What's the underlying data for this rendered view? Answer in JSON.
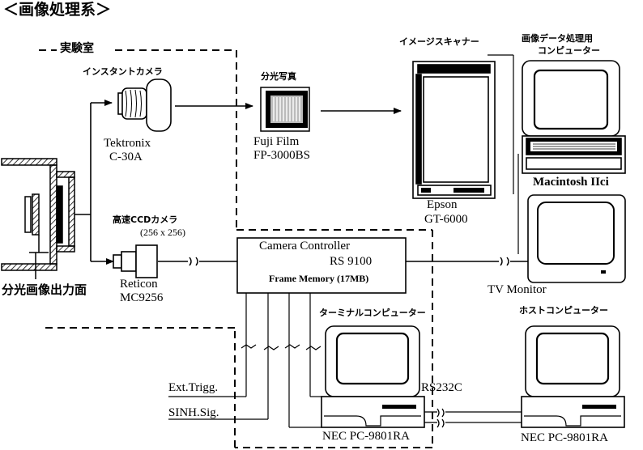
{
  "title": "＜画像処理系＞",
  "colors": {
    "ink": "#000000",
    "paper": "#ffffff",
    "hatch": "#000000"
  },
  "lab_label": "実験室",
  "spectral_output_label": "分光画像出力面",
  "instant_camera": {
    "caption": "インスタントカメラ",
    "name": "Tektronix",
    "model": "C-30A"
  },
  "ccd_camera": {
    "caption": "高速CCDカメラ",
    "resolution": "(256 x 256)",
    "name": "Reticon",
    "model": "MC9256"
  },
  "film": {
    "caption": "分光写真",
    "name": "Fuji Film",
    "model": "FP-3000BS"
  },
  "scanner": {
    "caption": "イメージスキャナー",
    "name": "Epson",
    "model": "GT-6000"
  },
  "image_computer": {
    "caption_line1": "画像データ処理用",
    "caption_line2": "コンピューター",
    "name": "Macintosh IIci"
  },
  "controller": {
    "line1": "Camera Controller",
    "line2": "RS 9100",
    "line3": "Frame Memory (17MB)"
  },
  "tv_monitor": {
    "name": "TV Monitor"
  },
  "terminal": {
    "caption": "ターミナルコンピューター",
    "name": "NEC PC-9801RA"
  },
  "host": {
    "caption": "ホストコンピューター",
    "name": "NEC PC-9801RA"
  },
  "rs232c": "RS232C",
  "signals": {
    "ext_trigger": "Ext.Trigg.",
    "sinh": "SINH.Sig."
  }
}
